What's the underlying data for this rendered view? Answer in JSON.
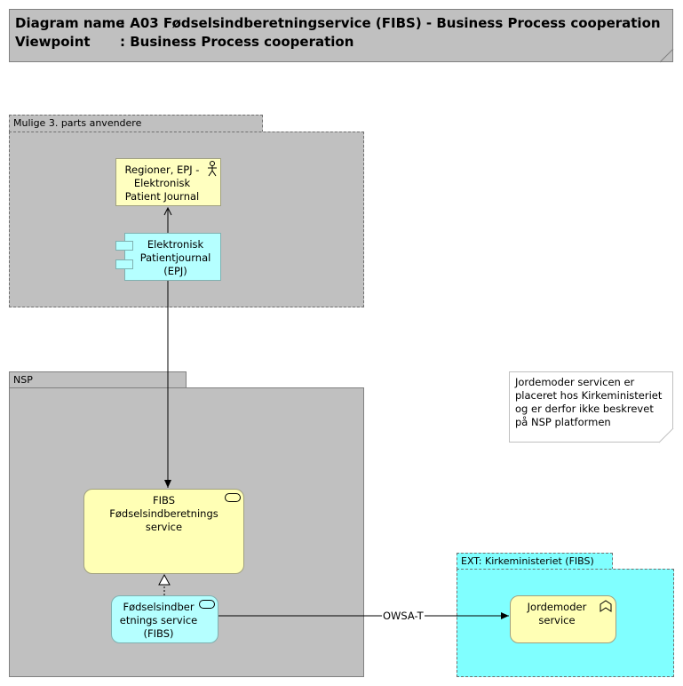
{
  "header": {
    "diagram_name_label": "Diagram name",
    "diagram_name_value": ": A03 Fødselsindberetningservice (FIBS) - Business Process cooperation",
    "viewpoint_label": "Viewpoint",
    "viewpoint_value": ": Business Process cooperation"
  },
  "groups": {
    "third_party": "Mulige 3. parts anvendere",
    "nsp": "NSP",
    "ext": "EXT: Kirkeministeriet (FIBS)"
  },
  "elements": {
    "actor": "Regioner, EPJ - Elektronisk Patient Journal",
    "epj": "Elektronisk Patientjournal (EPJ)",
    "fibs_service": "FIBS Fødselsindberetnings service",
    "fibs_app_service": "Fødselsindber etnings service (FIBS)",
    "jordemoder": "Jordemoder service"
  },
  "note": "Jordemoder servicen er placeret hos Kirkeministeriet og er derfor ikke beskrevet på NSP platformen",
  "edges": {
    "owsa": "OWSA-T"
  },
  "colors": {
    "group_gray": "#c0c0c0",
    "ext_cyan": "#80ffff",
    "business_yellow": "#ffffb5",
    "application_cyan": "#b5ffff"
  }
}
